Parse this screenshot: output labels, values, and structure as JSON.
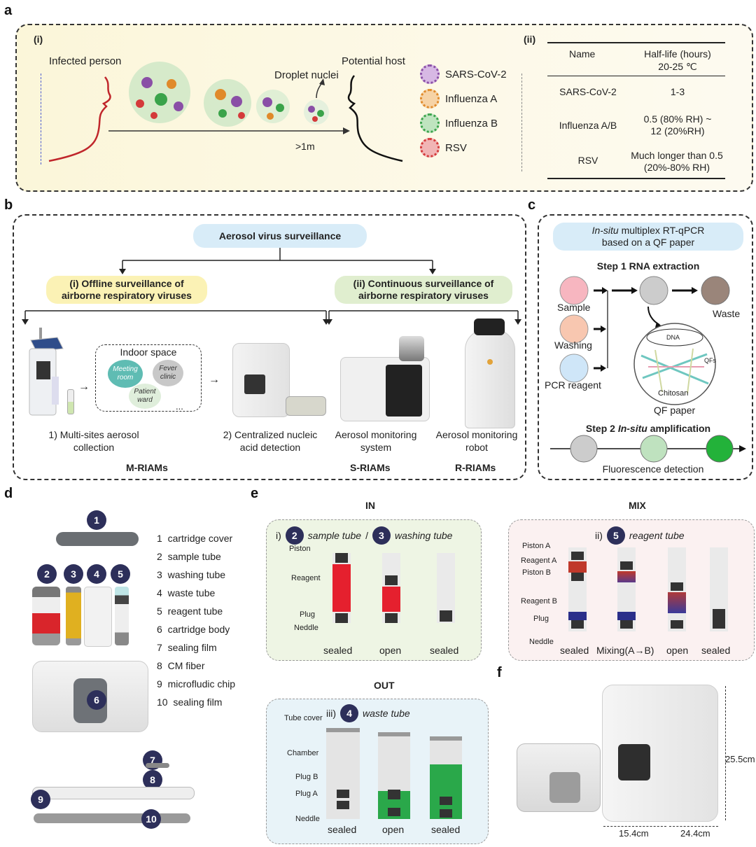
{
  "panels": {
    "a": "a",
    "b": "b",
    "c": "c",
    "d": "d",
    "e": "e",
    "f": "f"
  },
  "panel_a": {
    "sub_i": "(i)",
    "sub_ii": "(ii)",
    "infected": "Infected person",
    "host": "Potential host",
    "droplet": "Droplet nuclei",
    "distance": ">1m",
    "legend": [
      {
        "name": "SARS-CoV-2",
        "color": "#8a4fa6"
      },
      {
        "name": "Influenza A",
        "color": "#e08a2a"
      },
      {
        "name": "Influenza B",
        "color": "#3aa34a"
      },
      {
        "name": "RSV",
        "color": "#d43a3a"
      }
    ],
    "table": {
      "h_name": "Name",
      "h_half": "Half-life (hours)",
      "h_temp": "20-25 ℃",
      "rows": [
        {
          "name": "SARS-CoV-2",
          "l1": "1-3",
          "l2": ""
        },
        {
          "name": "Influenza A/B",
          "l1": "0.5 (80% RH) ~",
          "l2": "12  (20%RH)"
        },
        {
          "name": "RSV",
          "l1": "Much longer than 0.5",
          "l2": "(20%-80% RH)"
        }
      ]
    }
  },
  "panel_b": {
    "title": "Aerosol virus surveillance",
    "offline_l1": "(i) Offline surveillance of",
    "offline_l2": "airborne respiratory viruses",
    "cont_l1": "(ii) Continuous surveillance of",
    "cont_l2": "airborne respiratory viruses",
    "indoor": "Indoor space",
    "meeting_l1": "Meeting",
    "meeting_l2": "room",
    "fever_l1": "Fever",
    "fever_l2": "clinic",
    "patient_l1": "Patient",
    "patient_l2": "ward",
    "ellipsis": "...",
    "cap1_l1": "1) Multi-sites aerosol",
    "cap1_l2": "collection",
    "cap2_l1": "2) Centralized nucleic",
    "cap2_l2": "acid detection",
    "cap3_l1": "Aerosol monitoring",
    "cap3_l2": "system",
    "cap4_l1": "Aerosol monitoring",
    "cap4_l2": "robot",
    "m": "M-RIAMs",
    "s": "S-RIAMs",
    "r": "R-RIAMs"
  },
  "panel_c": {
    "title_it": "In-situ",
    "title_rest": " multiplex RT-qPCR",
    "title_l2": "based on a QF paper",
    "step1": "Step 1 RNA extraction",
    "sample": "Sample",
    "washing": "Washing",
    "pcr": "PCR reagent",
    "waste": "Waste",
    "dna": "DNA",
    "qfs": "QFs",
    "chitosan": "Chitosan",
    "qfpaper": "QF paper",
    "step2_a": "Step 2 ",
    "step2_it": "In-situ",
    "step2_b": " amplification",
    "fluor": "Fluorescence detection"
  },
  "panel_d": {
    "parts": [
      {
        "n": "1",
        "label": "cartridge cover"
      },
      {
        "n": "2",
        "label": "sample tube"
      },
      {
        "n": "3",
        "label": "washing tube"
      },
      {
        "n": "4",
        "label": "waste tube"
      },
      {
        "n": "5",
        "label": "reagent tube"
      },
      {
        "n": "6",
        "label": "cartridge body"
      },
      {
        "n": "7",
        "label": "sealing film"
      },
      {
        "n": "8",
        "label": "CM fiber"
      },
      {
        "n": "9",
        "label": "microfludic chip"
      },
      {
        "n": "10",
        "label": "sealing film"
      }
    ]
  },
  "panel_e": {
    "in": "IN",
    "mix": "MIX",
    "out": "OUT",
    "in_prefix": "i)",
    "in_t1": "sample tube",
    "in_sep": "/",
    "in_t2": "washing tube",
    "in_labels": {
      "piston": "Piston",
      "reagent": "Reagent",
      "plug": "Plug",
      "neddle": "Neddle"
    },
    "in_states": [
      "sealed",
      "open",
      "sealed"
    ],
    "mix_prefix": "ii)",
    "mix_t": "reagent tube",
    "mix_labels": {
      "pa": "Piston A",
      "ra": "Reagent A",
      "pb": "Piston B",
      "rb": "Reagent B",
      "plug": "Plug",
      "neddle": "Neddle"
    },
    "mix_states": [
      "sealed",
      "Mixing(A→B)",
      "open",
      "sealed"
    ],
    "out_prefix": "iii)",
    "out_t": "waste tube",
    "out_labels": {
      "cover": "Tube cover",
      "chamber": "Chamber",
      "plugb": "Plug B",
      "pluga": "Plug A",
      "neddle": "Neddle"
    },
    "out_states": [
      "sealed",
      "open",
      "sealed"
    ]
  },
  "panel_f": {
    "h": "25.5cm",
    "w1": "15.4cm",
    "w2": "24.4cm"
  }
}
